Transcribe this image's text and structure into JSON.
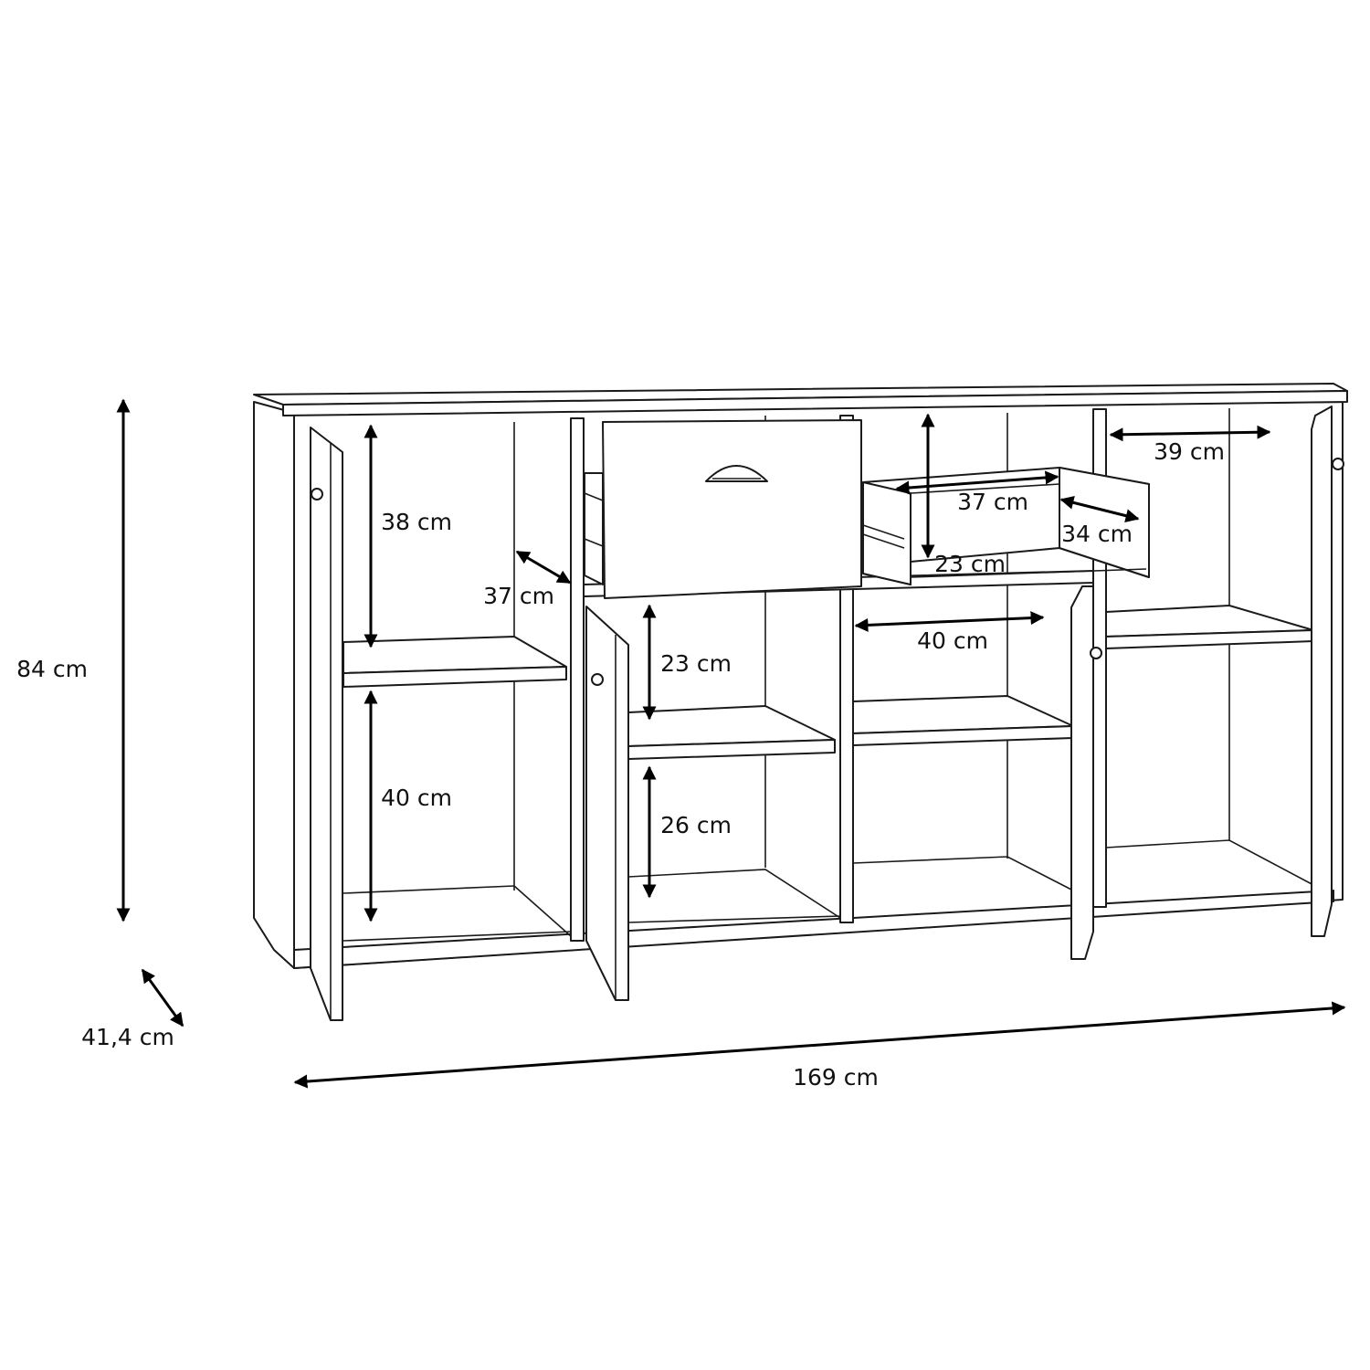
{
  "title": "Sideboard dimensions",
  "dimensions": {
    "height": "84 cm",
    "depth": "41,4 cm",
    "width": "169 cm",
    "left_upper_shelf_height": "38 cm",
    "left_lower_shelf_height": "40 cm",
    "inner_depth": "37 cm",
    "middle_upper_shelf_height": "23 cm",
    "middle_lower_shelf_height": "26 cm",
    "drawer_width": "37 cm",
    "drawer_depth": "34 cm",
    "drawer_height": "23 cm",
    "middle_compartment_width": "40 cm",
    "right_compartment_width": "39 cm"
  }
}
